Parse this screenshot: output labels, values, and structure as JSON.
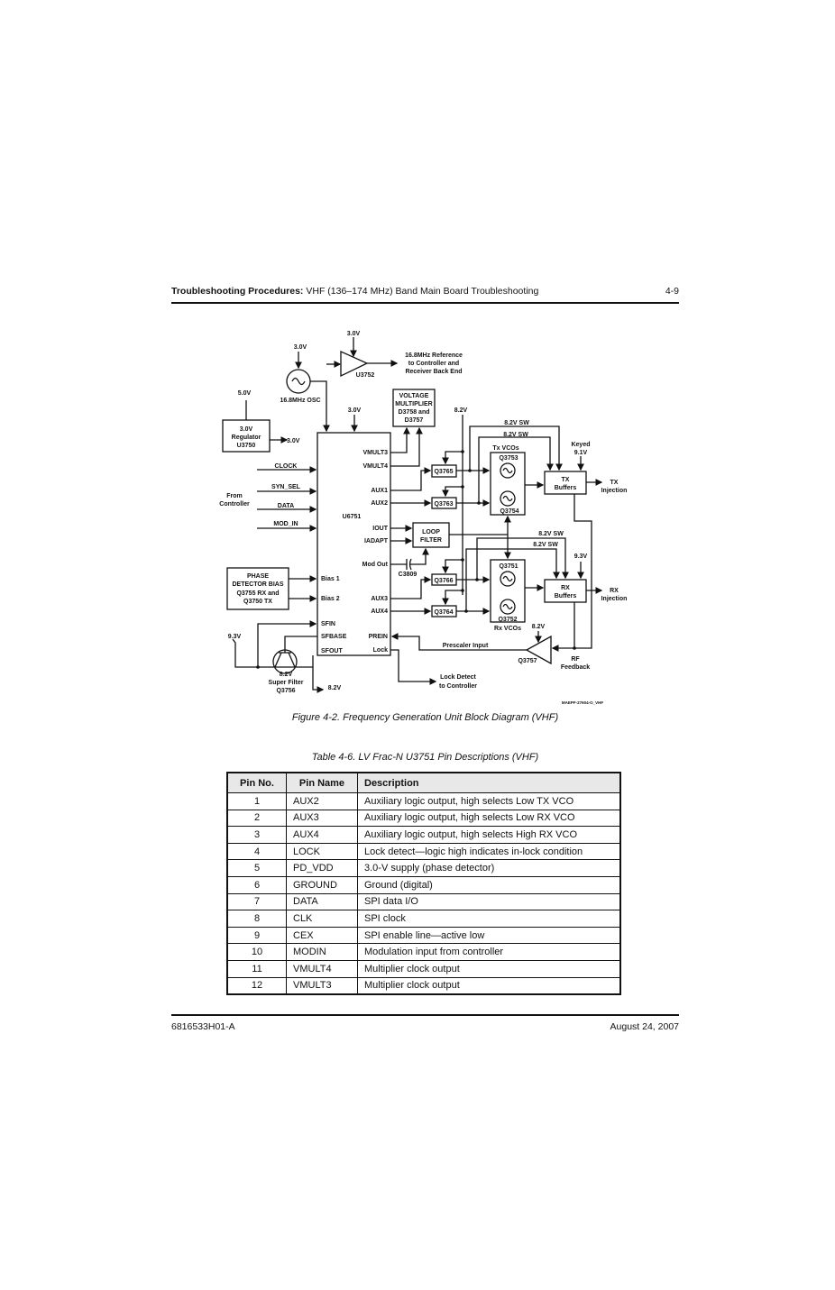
{
  "header": {
    "section_bold": "Troubleshooting Procedures:",
    "section_rest": " VHF (136–174 MHz) Band Main Board Troubleshooting",
    "page": "4-9"
  },
  "diagram": {
    "osc_supply": "3.0V",
    "osc": "16.8MHz OSC",
    "amp_supply": "3.0V",
    "amp": "U3752",
    "ref_out": [
      "16.8MHz Reference",
      "to Controller and",
      "Receiver Back End"
    ],
    "reg_in": "5.0V",
    "reg": [
      "3.0V",
      "Regulator",
      "U3750"
    ],
    "reg_out": "3.0V",
    "vm": [
      "VOLTAGE",
      "MULTIPLIER",
      "D3758 and",
      "D3757"
    ],
    "ic_supply": "3.0V",
    "ic": "U6751",
    "v82": "8.2V",
    "inputs": [
      "CLOCK",
      "SYN_SEL",
      "DATA",
      "MOD_IN"
    ],
    "from_ctrl": [
      "From",
      "Controller"
    ],
    "pins_right": [
      "VMULT3",
      "VMULT4",
      "AUX1",
      "AUX2",
      "IOUT",
      "IADAPT",
      "Mod Out",
      "AUX3",
      "AUX4",
      "PREIN",
      "Lock"
    ],
    "pins_left": [
      "Bias 1",
      "Bias 2",
      "SFIN",
      "SFBASE",
      "SFOUT"
    ],
    "q3765": "Q3765",
    "q3763": "Q3763",
    "q3766": "Q3766",
    "q3764": "Q3764",
    "sw": [
      "8.2V SW",
      "8.2V SW",
      "8.2V SW",
      "8.2V SW"
    ],
    "tx_vcos": "Tx VCOs",
    "q3753": "Q3753",
    "q3754": "Q3754",
    "rx_vcos": "Rx VCOs",
    "q3751": "Q3751",
    "q3752": "Q3752",
    "keyed": [
      "Keyed",
      "9.1V"
    ],
    "txbuf": [
      "TX",
      "Buffers"
    ],
    "txinj": [
      "TX",
      "Injection"
    ],
    "rxsup": "9.3V",
    "rxbuf": [
      "RX",
      "Buffers"
    ],
    "rxinj": [
      "RX",
      "Injection"
    ],
    "loop": [
      "LOOP",
      "FILTER"
    ],
    "cap": "C3809",
    "pdb": [
      "PHASE",
      "DETECTOR BIAS",
      "Q3755 RX and",
      "Q3750 TX"
    ],
    "sf_in": "9.3V",
    "sf": [
      "8.2V",
      "Super Filter",
      "Q3756"
    ],
    "sf_out": "8.2V",
    "presc": "Prescaler Input",
    "q3757": "Q3757",
    "q3757_sup": "8.2V",
    "rf_fb": [
      "RF",
      "Feedback"
    ],
    "lock_det": [
      "Lock Detect",
      "to Controller"
    ],
    "code": "MAEPF-27604-O_VHF"
  },
  "figure_caption": "Figure 4-2.  Frequency Generation Unit Block Diagram (VHF)",
  "table_caption": "Table 4-6.  LV Frac-N U3751 Pin Descriptions (VHF)",
  "table": {
    "headers": [
      "Pin No.",
      "Pin Name",
      "Description"
    ],
    "rows": [
      [
        "1",
        "AUX2",
        "Auxiliary logic output, high selects Low TX VCO"
      ],
      [
        "2",
        "AUX3",
        "Auxiliary logic output, high selects Low RX VCO"
      ],
      [
        "3",
        "AUX4",
        "Auxiliary logic output, high selects High RX VCO"
      ],
      [
        "4",
        "LOCK",
        "Lock detect—logic high indicates in-lock condition"
      ],
      [
        "5",
        "PD_VDD",
        "3.0-V supply (phase detector)"
      ],
      [
        "6",
        "GROUND",
        "Ground (digital)"
      ],
      [
        "7",
        "DATA",
        "SPI data I/O"
      ],
      [
        "8",
        "CLK",
        "SPI clock"
      ],
      [
        "9",
        "CEX",
        "SPI enable line—active low"
      ],
      [
        "10",
        "MODIN",
        "Modulation input from controller"
      ],
      [
        "11",
        "VMULT4",
        "Multiplier clock output"
      ],
      [
        "12",
        "VMULT3",
        "Multiplier clock output"
      ]
    ]
  },
  "footer": {
    "doc": "6816533H01-A",
    "date": "August 24, 2007"
  }
}
